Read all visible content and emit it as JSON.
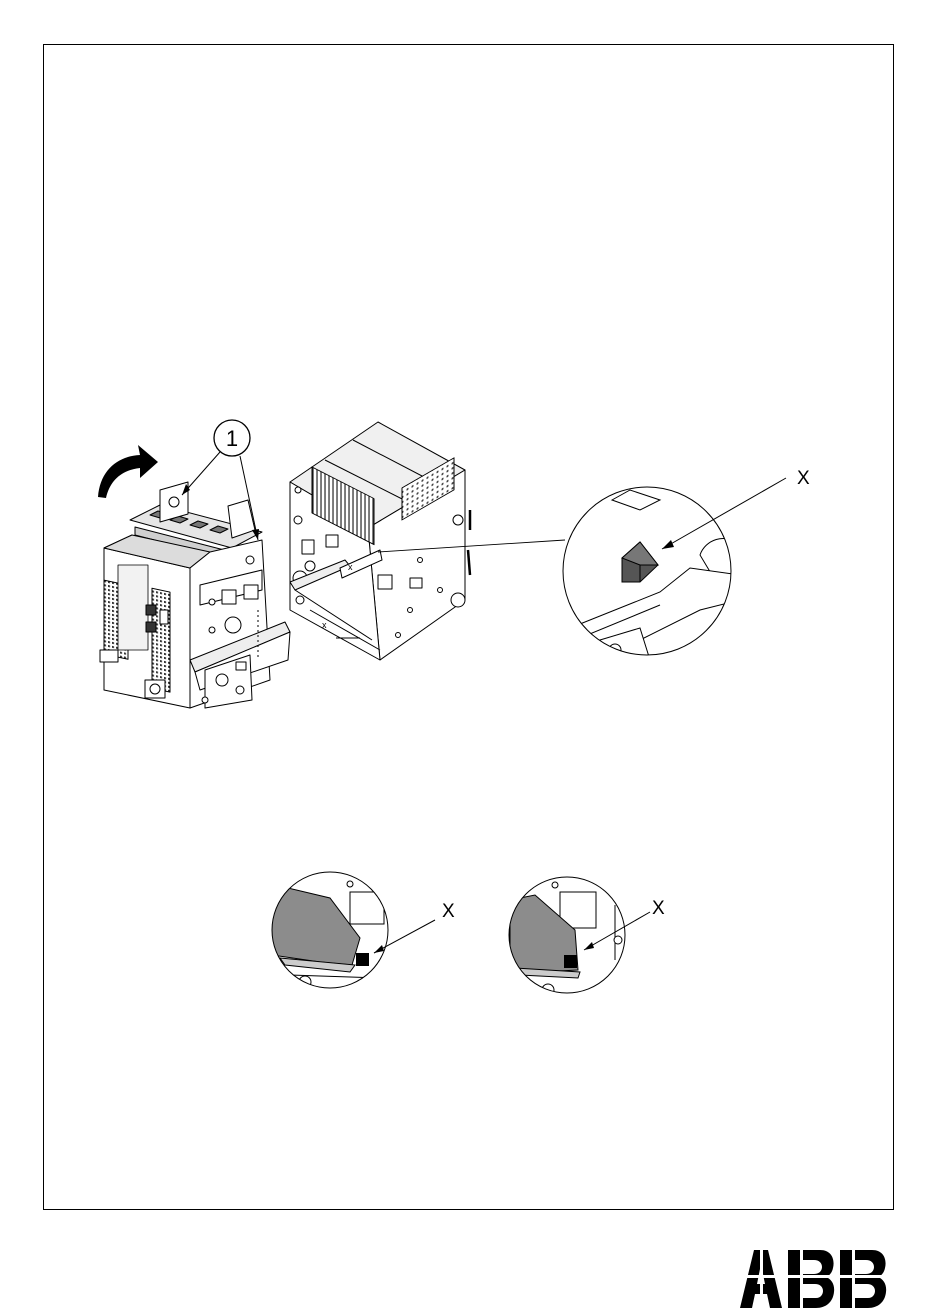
{
  "figure": {
    "callout_number": "1",
    "detail_label": "X",
    "inset_left_label": "X",
    "inset_right_label": "X"
  },
  "brand": {
    "logo_text": "ABB",
    "logo_color": "#000000"
  },
  "colors": {
    "line": "#000000",
    "shade_dark": "#505050",
    "shade_mid": "#8c8c8c",
    "shade_light": "#c8c8c8"
  }
}
